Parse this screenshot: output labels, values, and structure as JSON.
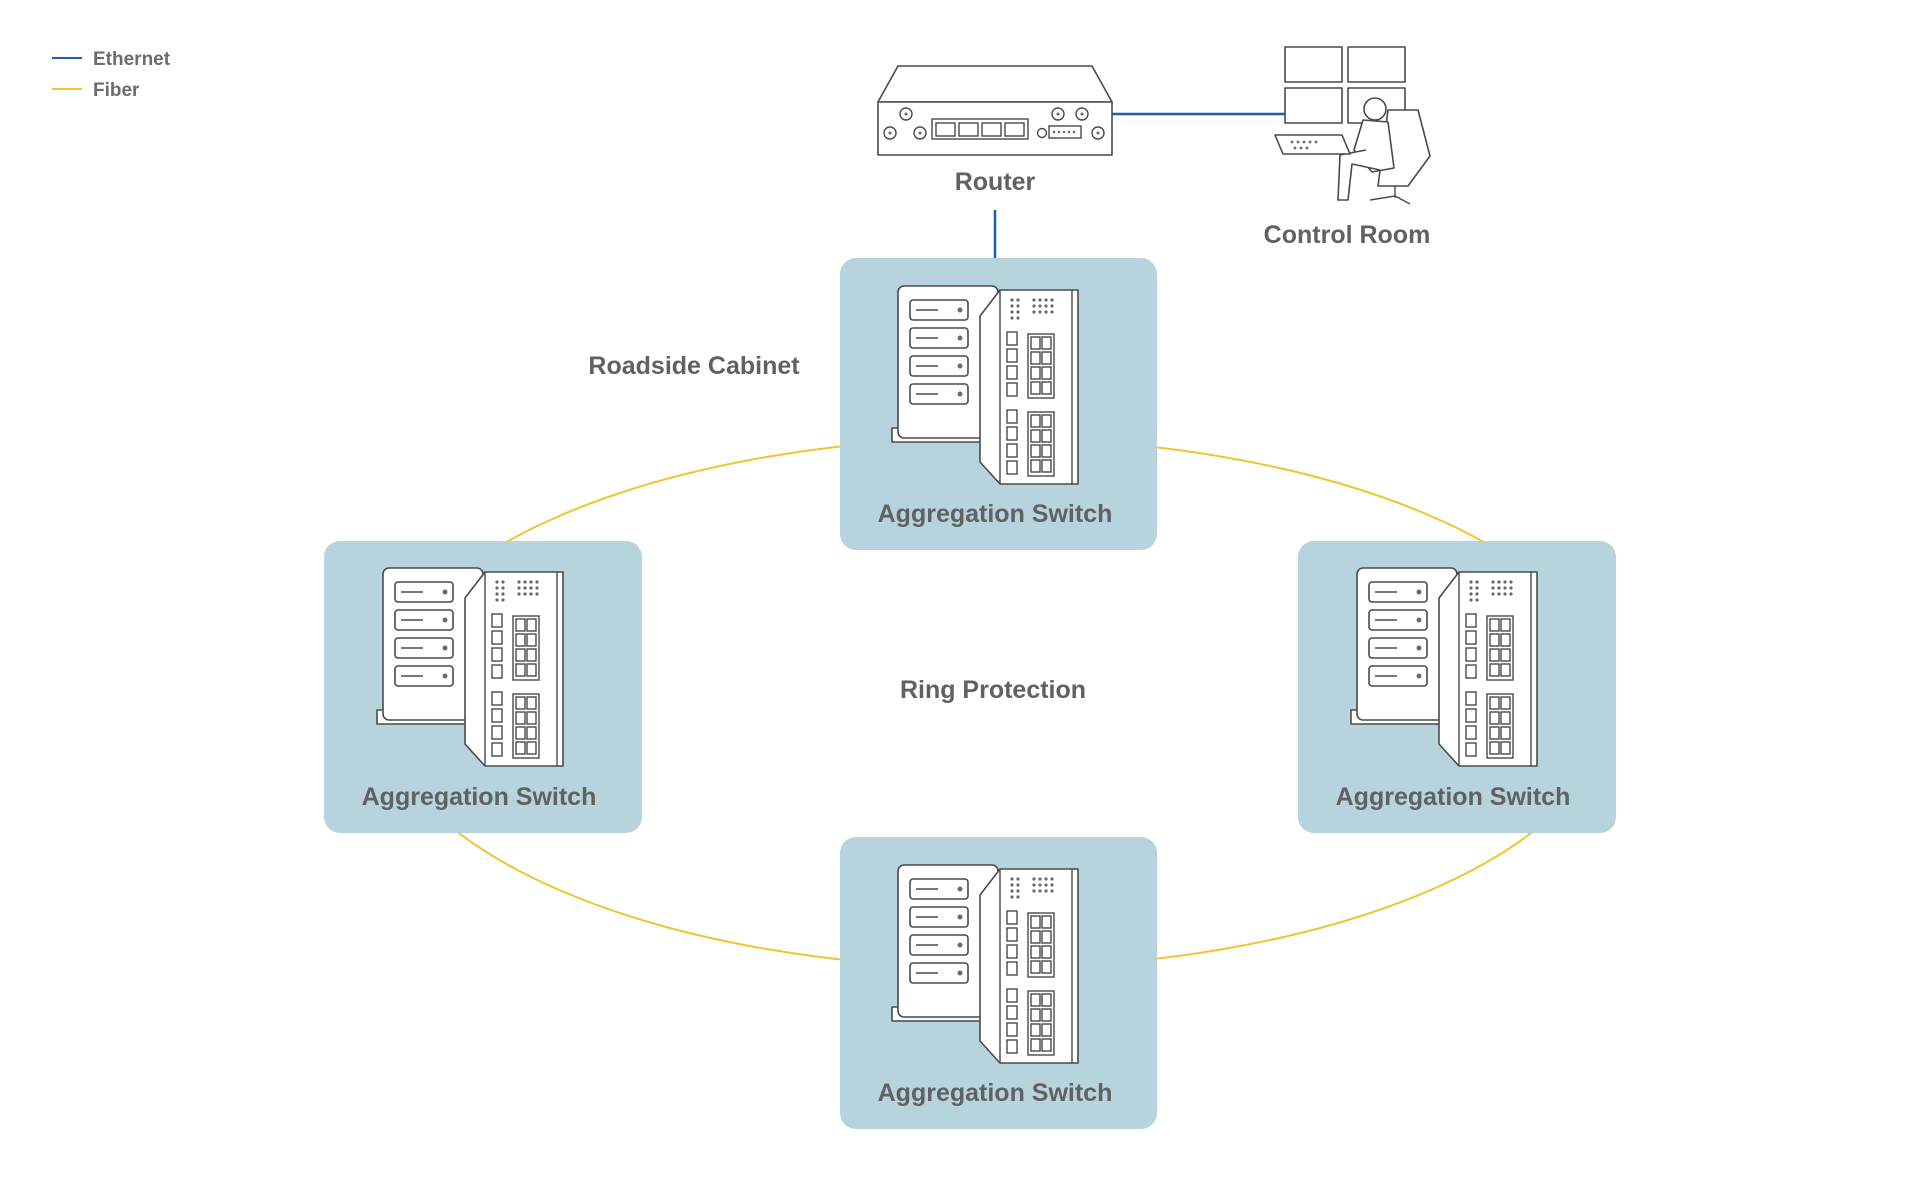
{
  "legend": {
    "items": [
      {
        "label": "Ethernet",
        "color": "#1f5fa8"
      },
      {
        "label": "Fiber",
        "color": "#f2c42c"
      }
    ]
  },
  "colors": {
    "ethernet": "#1f5fa8",
    "fiber": "#f2c42c",
    "cabinet_fill": "#b7d4de",
    "label_text": "#5f6163"
  },
  "nodes": {
    "router": {
      "label": "Router",
      "icon": "router-icon"
    },
    "control_room": {
      "label": "Control Room",
      "icon": "operator-workstation-icon"
    },
    "switch_top": {
      "label": "Aggregation Switch",
      "icon": "aggregation-switch-icon"
    },
    "switch_left": {
      "label": "Aggregation Switch",
      "icon": "aggregation-switch-icon"
    },
    "switch_right": {
      "label": "Aggregation Switch",
      "icon": "aggregation-switch-icon"
    },
    "switch_bottom": {
      "label": "Aggregation Switch",
      "icon": "aggregation-switch-icon"
    }
  },
  "annotations": {
    "roadside_cabinet": "Roadside Cabinet",
    "ring_protection": "Ring Protection"
  },
  "connections": [
    {
      "from": "router",
      "to": "control_room",
      "type": "Ethernet"
    },
    {
      "from": "router",
      "to": "switch_top",
      "type": "Ethernet"
    },
    {
      "from": "switch_top",
      "to": "switch_right",
      "type": "Fiber"
    },
    {
      "from": "switch_right",
      "to": "switch_bottom",
      "type": "Fiber"
    },
    {
      "from": "switch_bottom",
      "to": "switch_left",
      "type": "Fiber"
    },
    {
      "from": "switch_left",
      "to": "switch_top",
      "type": "Fiber"
    }
  ]
}
